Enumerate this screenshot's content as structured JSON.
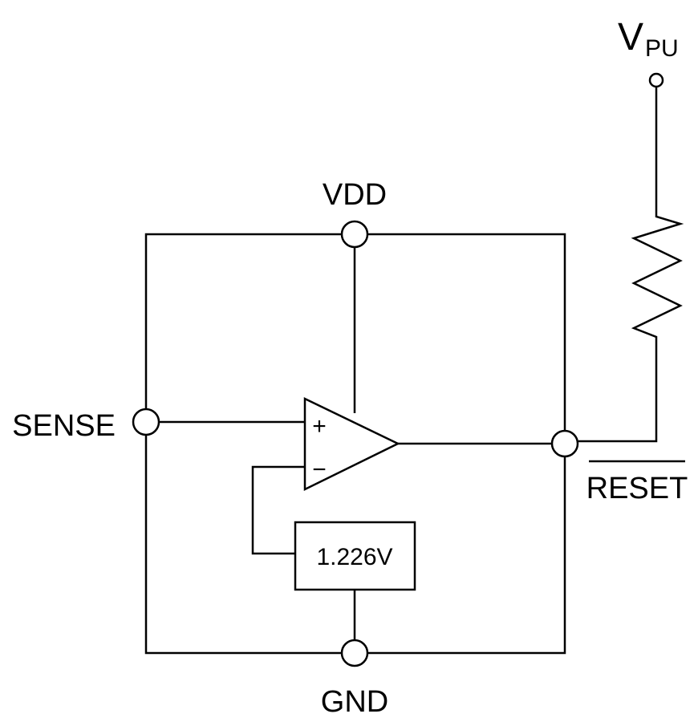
{
  "pins": {
    "vdd": "VDD",
    "gnd": "GND",
    "sense": "SENSE",
    "reset": "RESET"
  },
  "pullup": {
    "main": "V",
    "sub": "PU"
  },
  "comparator": {
    "plus": "+",
    "minus": "−"
  },
  "reference": {
    "voltage": "1.226V"
  }
}
